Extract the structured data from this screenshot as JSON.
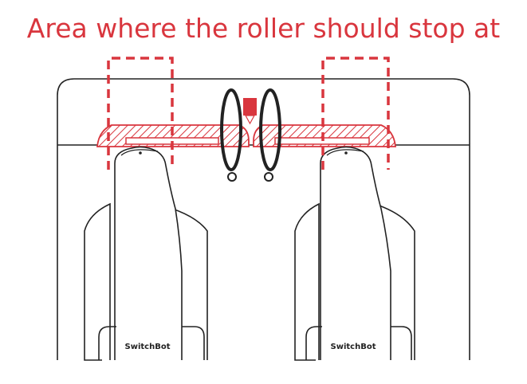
{
  "caption": "Area where the roller should stop at",
  "left_device": {
    "brand": "SwitchBot"
  },
  "right_device": {
    "brand": "SwitchBot"
  },
  "colors": {
    "highlight": "#d9363e",
    "outline": "#222222",
    "background": "#ffffff"
  }
}
